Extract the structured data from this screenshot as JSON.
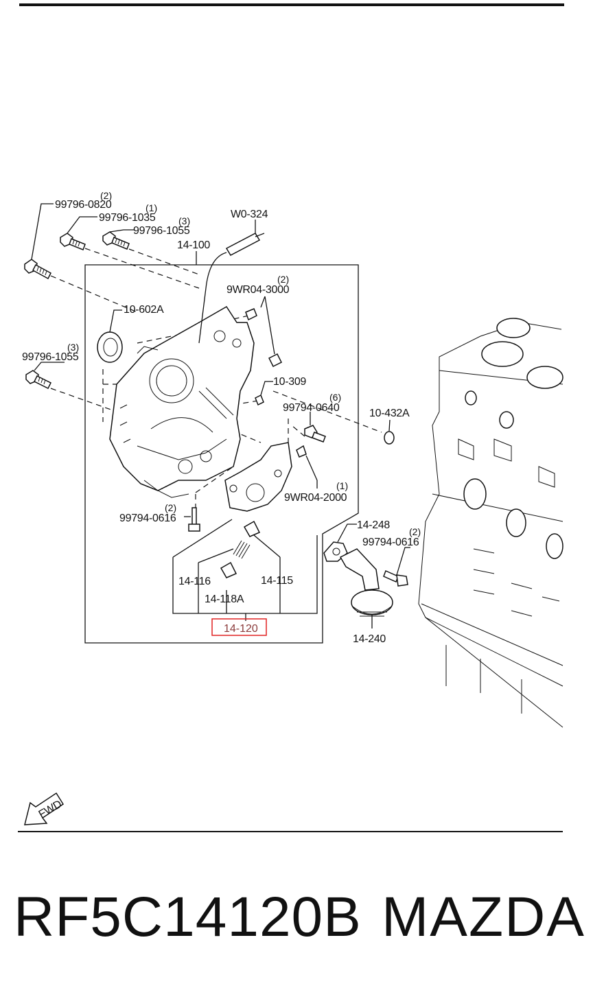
{
  "diagram": {
    "labels": {
      "l99796_0820": "99796-0820",
      "q99796_0820": "(2)",
      "l99796_1035": "99796-1035",
      "q99796_1035": "(1)",
      "l99796_1055a": "99796-1055",
      "q99796_1055a": "(3)",
      "lW0_324": "W0-324",
      "l14_100": "14-100",
      "l9WR04_3000": "9WR04-3000",
      "q9WR04_3000": "(2)",
      "l10_602A": "10-602A",
      "l99796_1055b": "99796-1055",
      "q99796_1055b": "(3)",
      "l10_309": "10-309",
      "l99794_0640": "99794-0640",
      "q99794_0640": "(6)",
      "l10_432A": "10-432A",
      "l9WR04_2000": "9WR04-2000",
      "q9WR04_2000": "(1)",
      "l99794_0616a": "99794-0616",
      "q99794_0616a": "(2)",
      "l14_248": "14-248",
      "l99794_0616b": "99794-0616",
      "q99794_0616b": "(2)",
      "l14_116": "14-116",
      "l14_115": "14-115",
      "l14_118A": "14-118A",
      "l14_120": "14-120",
      "l14_240": "14-240",
      "fwd": "FWD"
    },
    "highlight_color": "#e02020"
  },
  "footer": {
    "part_number": "RF5C14120B",
    "brand": "MAZDA"
  }
}
